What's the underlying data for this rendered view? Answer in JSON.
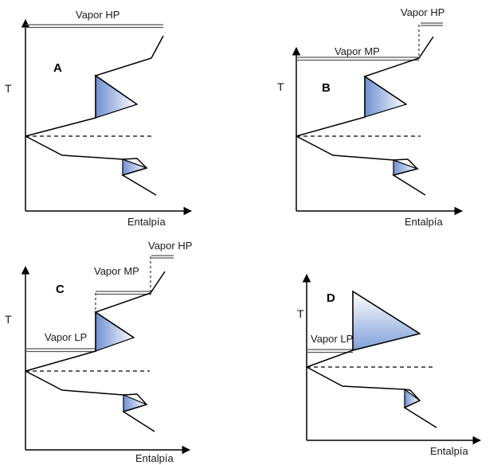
{
  "colors": {
    "shade_light": "#ffffff",
    "shade_dark": "#7f9fd8",
    "line": "#000000"
  },
  "panels": [
    {
      "id": "A",
      "letter": "A",
      "y_axis": "T",
      "x_axis": "Entalpía",
      "steam": [
        "Vapor HP"
      ]
    },
    {
      "id": "B",
      "letter": "B",
      "y_axis": "T",
      "x_axis": "Entalpía",
      "steam": [
        "Vapor HP",
        "Vapor MP"
      ]
    },
    {
      "id": "C",
      "letter": "C",
      "y_axis": "T",
      "x_axis": "Entalpía",
      "steam": [
        "Vapor HP",
        "Vapor MP",
        "Vapor LP"
      ]
    },
    {
      "id": "D",
      "letter": "D",
      "y_axis": "T",
      "x_axis": "Entalpía",
      "steam": [
        "Vapor LP"
      ]
    }
  ]
}
